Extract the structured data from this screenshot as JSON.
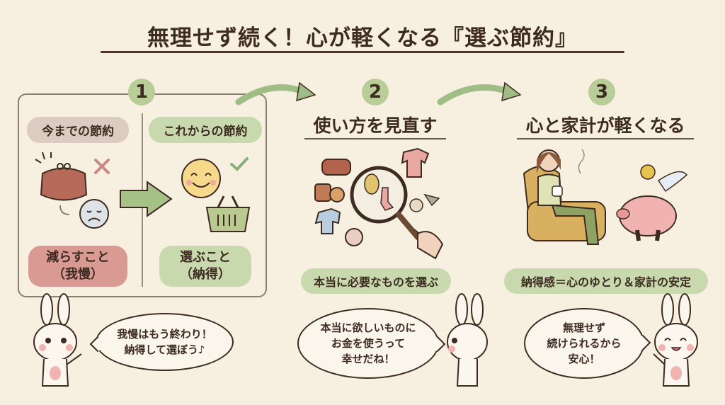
{
  "title": "無理せず続く！心が軽くなる『選ぶ節約』",
  "step1": {
    "number": "1",
    "before_label": "今までの節約",
    "after_label": "これからの節約",
    "before_result": [
      "減らすこと",
      "（我慢）"
    ],
    "after_result": [
      "選ぶこと",
      "（納得）"
    ],
    "bubble": [
      "我慢はもう終わり！",
      "納得して選ぼう♪"
    ]
  },
  "step2": {
    "number": "2",
    "heading": "使い方を見直す",
    "caption": "本当に必要なものを選ぶ",
    "bubble": [
      "本当に欲しいものに",
      "お金を使うって",
      "幸せだね！"
    ]
  },
  "step3": {
    "number": "3",
    "heading": "心と家計が軽くなる",
    "caption": "納得感＝心のゆとり＆家計の安定",
    "bubble": [
      "無理せず",
      "続けられるから",
      "安心！"
    ]
  },
  "colors": {
    "green": "#b9cd98",
    "pink": "#d99a94",
    "muted": "#dccbc0",
    "text": "#3d2b22",
    "bg": "#f7f0e1"
  }
}
